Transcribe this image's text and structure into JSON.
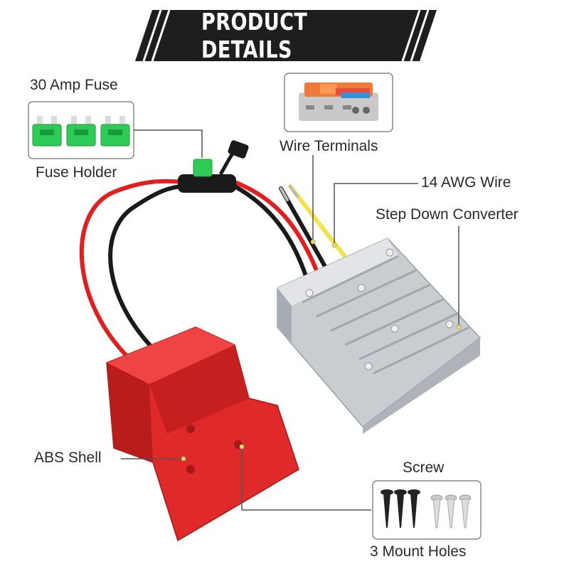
{
  "banner": {
    "title": "PRODUCT DETAILS"
  },
  "labels": {
    "fuse": "30 Amp Fuse",
    "fuse_holder": "Fuse Holder",
    "wire_terminals": "Wire Terminals",
    "wire_14awg": "14 AWG Wire",
    "step_down": "Step Down Converter",
    "abs_shell": "ABS Shell",
    "screw": "Screw",
    "mount_holes": "3 Mount Holes"
  },
  "colors": {
    "banner": "#1e1e1e",
    "fuse_green": "#2ecc55",
    "adapter_red": "#e02a2a",
    "converter_silver": "#c9ccd0",
    "wire_red": "#e31e1e",
    "wire_black": "#1a1a1a",
    "wire_yellow": "#f2e34a"
  }
}
